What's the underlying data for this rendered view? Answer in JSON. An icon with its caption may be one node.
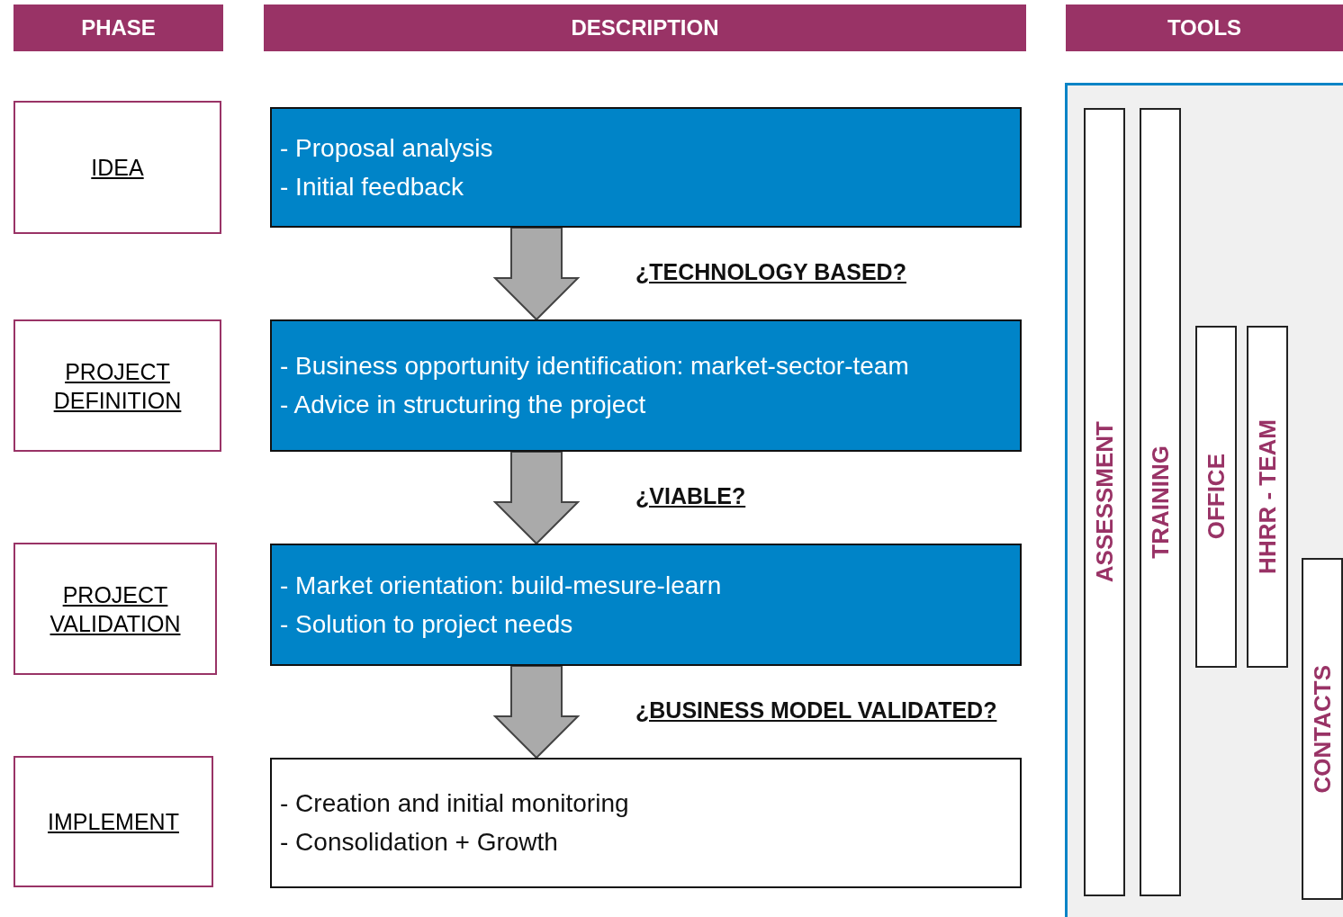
{
  "diagram": {
    "nodes": [
      {
        "text": [
          "PHASE"
        ]
      },
      {
        "text": [
          "DESCRIPTION"
        ]
      },
      {
        "text": [
          "TOOLS"
        ]
      },
      {
        "text": [
          "IDEA"
        ]
      },
      {
        "text": [
          "- Proposal analysis",
          "- Initial feedback"
        ]
      },
      {
        "text": [
          "PROJECT DEFINITION"
        ]
      },
      {
        "text": [
          "- Business opportunity identification: market-sector-team",
          "- Advice in structuring the project"
        ]
      },
      {
        "text": [
          "PROJECT VALIDATION"
        ]
      },
      {
        "text": [
          "- Market orientation: build-mesure-learn",
          "- Solution to project needs"
        ]
      },
      {
        "text": [
          "IMPLEMENT"
        ]
      },
      {
        "text": [
          "- Creation and initial monitoring",
          "- Consolidation + Growth"
        ]
      },
      {
        "text": [],
        "shape": "box"
      },
      {
        "text": [
          "ASSESSMENT"
        ],
        "in": 11
      },
      {
        "text": [
          "TRAINING"
        ],
        "in": 11
      },
      {
        "text": [
          "OFFICE"
        ],
        "in": 11
      },
      {
        "text": [
          "HHRR - TEAM"
        ],
        "in": 11
      },
      {
        "text": [
          "CONTACTS"
        ],
        "in": 11
      }
    ],
    "edges": [
      {
        "from": 4,
        "to": 6,
        "arrow": "to",
        "label": "¿TECHNOLOGY BASED?"
      },
      {
        "from": 6,
        "to": 8,
        "arrow": "to",
        "label": "¿VIABLE?"
      },
      {
        "from": 8,
        "to": 10,
        "arrow": "to",
        "label": "¿BUSINESS MODEL VALIDATED?"
      }
    ]
  }
}
